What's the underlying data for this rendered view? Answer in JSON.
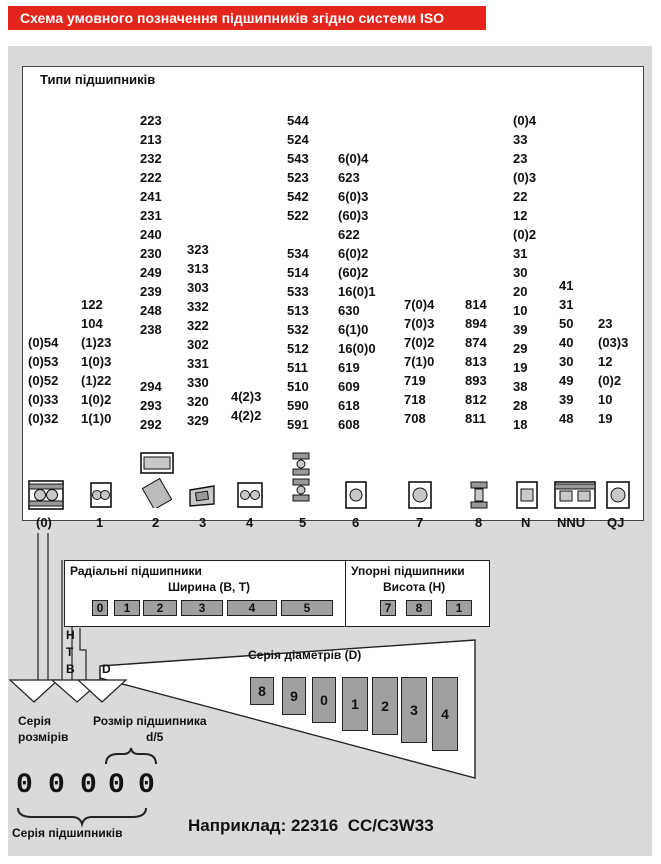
{
  "title": "Схема умовного позначення підшипників згідно системи ISO",
  "types_heading": "Типи підшипників",
  "columns": [
    {
      "id": "col0",
      "values": [
        "(0)54",
        "(0)53",
        "(0)52",
        "(0)33",
        "(0)32"
      ]
    },
    {
      "id": "col1",
      "values": [
        "122",
        "104",
        "(1)23",
        "1(0)3",
        "(1)22",
        "1(0)2",
        "1(1)0"
      ]
    },
    {
      "id": "col2",
      "values": [
        "223",
        "213",
        "232",
        "222",
        "241",
        "231",
        "240",
        "230",
        "249",
        "239",
        "248",
        "238",
        "",
        "",
        "294",
        "293",
        "292"
      ]
    },
    {
      "id": "col3",
      "values": [
        "323",
        "313",
        "303",
        "332",
        "322",
        "302",
        "331",
        "330",
        "320",
        "329"
      ]
    },
    {
      "id": "col4",
      "values": [
        "4(2)3",
        "4(2)2"
      ]
    },
    {
      "id": "col5",
      "values": [
        "544",
        "524",
        "543",
        "523",
        "542",
        "522",
        "",
        "534",
        "514",
        "533",
        "513",
        "532",
        "512",
        "511",
        "510",
        "590",
        "591"
      ]
    },
    {
      "id": "col6",
      "values": [
        "6(0)4",
        "623",
        "6(0)3",
        "(60)3",
        "622",
        "6(0)2",
        "(60)2",
        "16(0)1",
        "630",
        "6(1)0",
        "16(0)0",
        "619",
        "609",
        "618",
        "608"
      ]
    },
    {
      "id": "col7",
      "values": [
        "7(0)4",
        "7(0)3",
        "7(0)2",
        "7(1)0",
        "719",
        "718",
        "708"
      ]
    },
    {
      "id": "col8",
      "values": [
        "814",
        "894",
        "874",
        "813",
        "893",
        "812",
        "811"
      ]
    },
    {
      "id": "colN",
      "values": [
        "(0)4",
        "33",
        "23",
        "(0)3",
        "22",
        "12",
        "(0)2",
        "31",
        "30",
        "20",
        "10",
        "39",
        "29",
        "19",
        "38",
        "28",
        "18"
      ]
    },
    {
      "id": "colNNU",
      "values": [
        "41",
        "31",
        "50",
        "40",
        "30",
        "49",
        "39",
        "48"
      ]
    },
    {
      "id": "colQJ",
      "values": [
        "23",
        "(03)3",
        "12",
        "(0)2",
        "10",
        "19"
      ]
    }
  ],
  "type_labels": [
    "(0)",
    "1",
    "2",
    "3",
    "4",
    "5",
    "6",
    "7",
    "8",
    "N",
    "NNU",
    "QJ"
  ],
  "radial": {
    "title": "Радіальні підшипники",
    "width_label": "Ширина (B, T)",
    "codes": [
      "0",
      "1",
      "2",
      "3",
      "4",
      "5"
    ]
  },
  "thrust": {
    "title": "Упорні підшипники",
    "height_label": "Висота (H)",
    "codes": [
      "7",
      "8",
      "1"
    ]
  },
  "side_letters": [
    "H",
    "T",
    "B"
  ],
  "d_letter": "D",
  "diameter_series": {
    "title": "Серія діаметрів (D)",
    "codes": [
      "8",
      "9",
      "0",
      "1",
      "2",
      "3",
      "4"
    ]
  },
  "labels": {
    "size_series_line1": "Серія",
    "size_series_line2": "розмірів",
    "bearing_size_line1": "Розмір підшипника",
    "bearing_size_line2": "d/5",
    "bearing_series": "Серія підшипників"
  },
  "digits": [
    "0",
    "0",
    "0",
    "0",
    "0"
  ],
  "example": "Наприклад: 22316  CC/C3W33",
  "colors": {
    "title_bg": "#e2261c",
    "panel_grey": "#dadada",
    "box_grey": "#a0a0a0"
  }
}
